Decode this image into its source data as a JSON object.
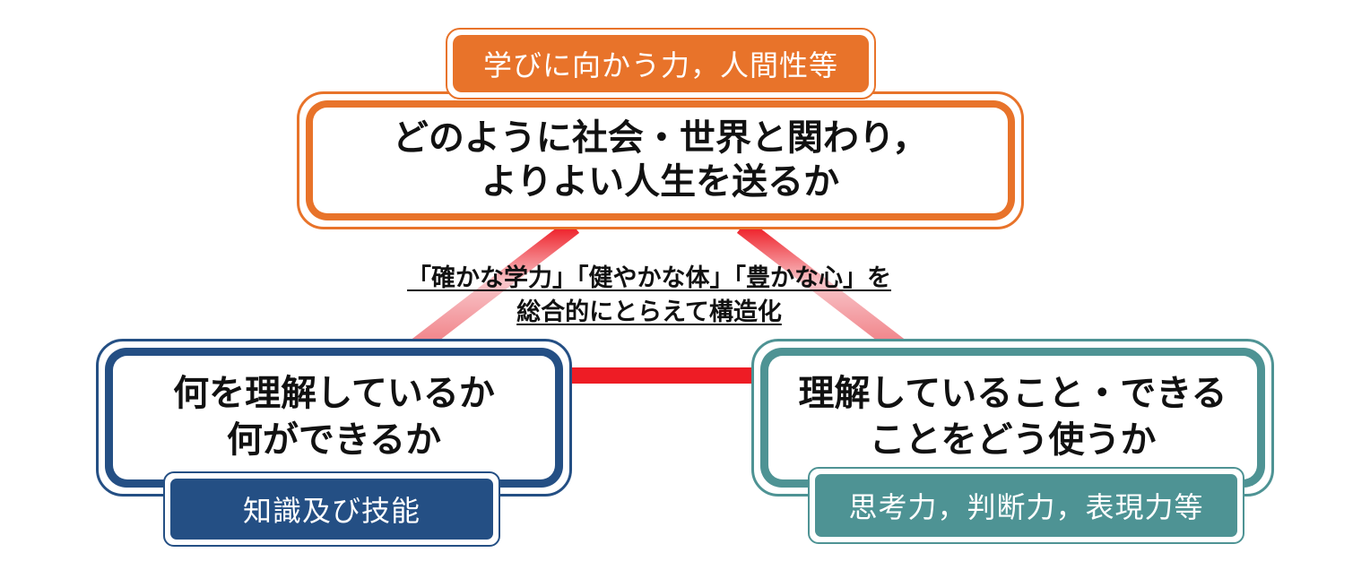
{
  "colors": {
    "orange": "#e8732a",
    "blue": "#244f84",
    "teal": "#4e9394",
    "line_red": "#ee1c25",
    "line_faded": "#f6b6bb"
  },
  "top": {
    "tag": "学びに向かう力，人間性等",
    "line1": "どのように社会・世界と関わり，",
    "line2": "よりよい人生を送るか"
  },
  "left": {
    "line1": "何を理解しているか",
    "line2": "何ができるか",
    "tag": "知識及び技能"
  },
  "right": {
    "line1": "理解していること・できる",
    "line2": "ことをどう使うか",
    "tag": "思考力，判断力，表現力等"
  },
  "center": {
    "line1": "「確かな学力」「健やかな体」「豊かな心」を",
    "line2": "総合的にとらえて構造化"
  }
}
